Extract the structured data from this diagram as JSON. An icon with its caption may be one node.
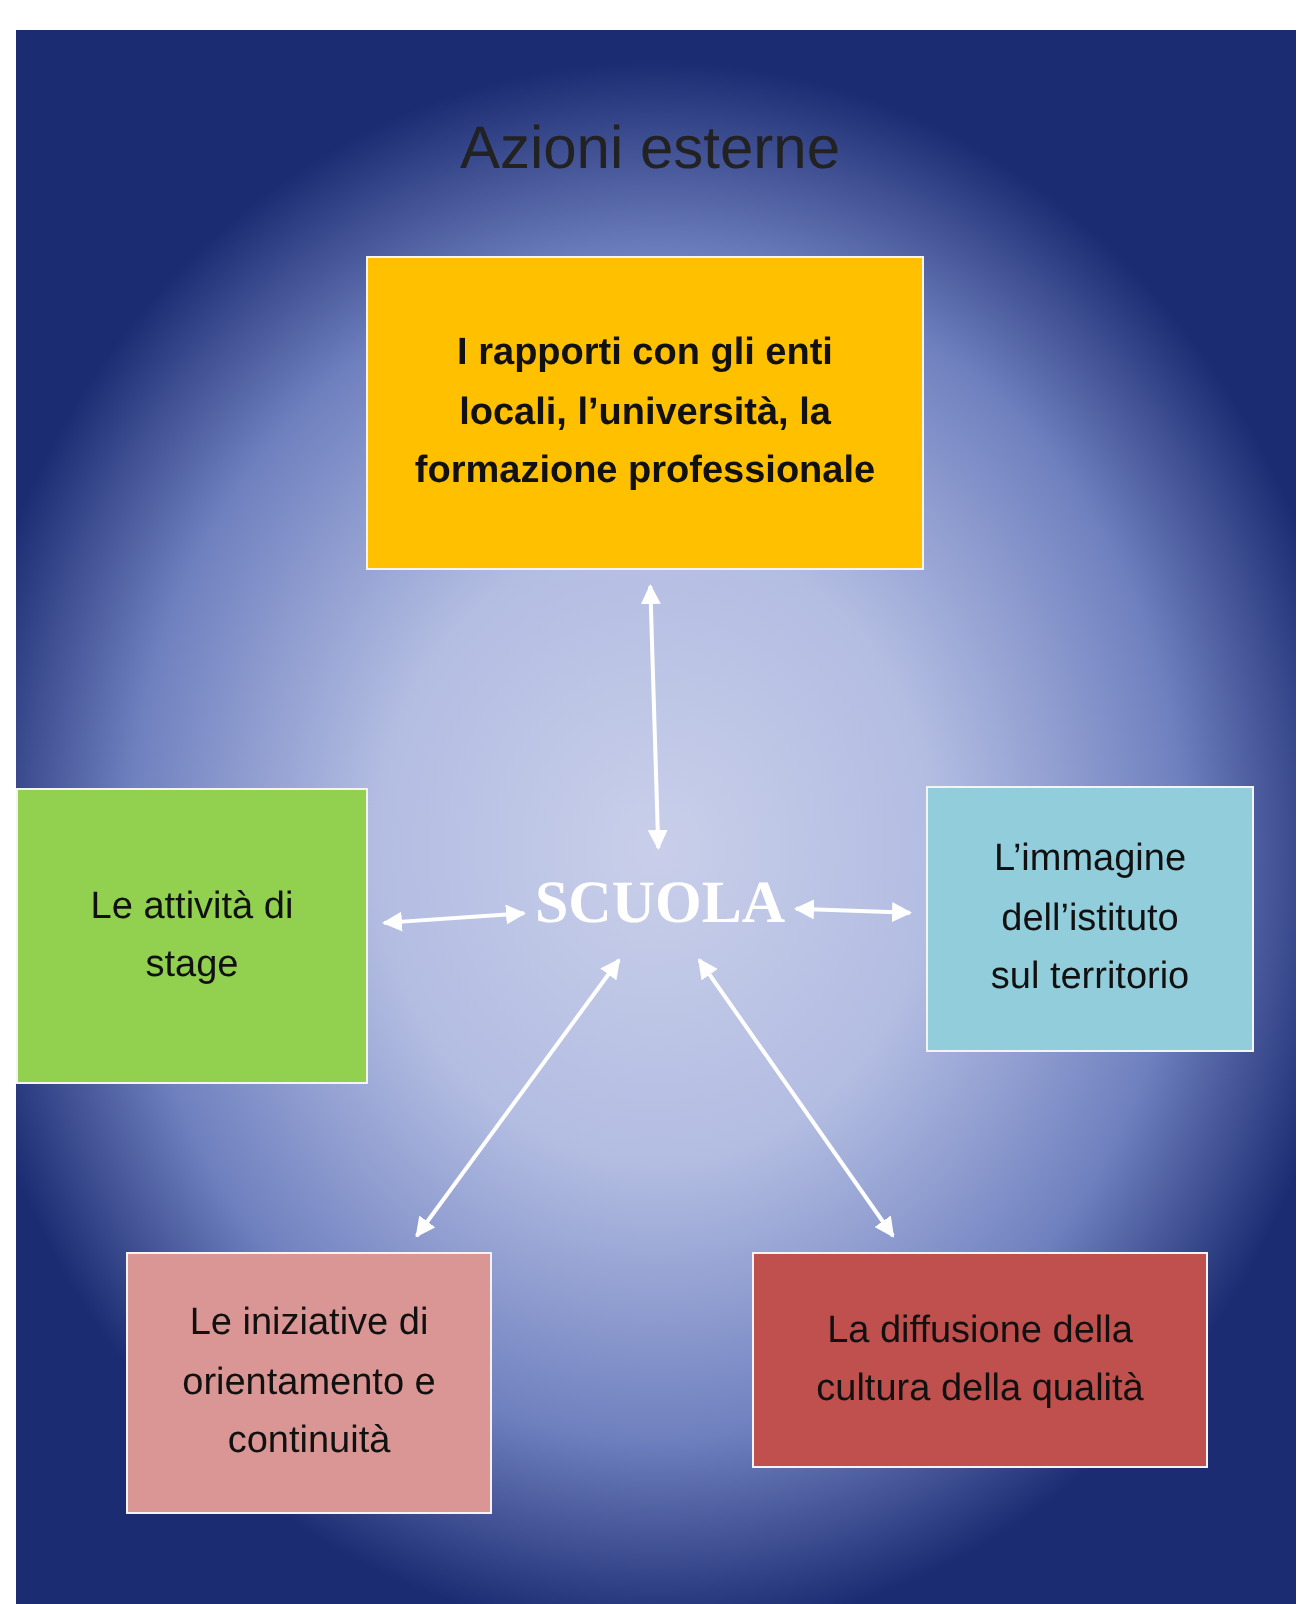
{
  "diagram": {
    "title": "Azioni esterne",
    "nodes": [
      {
        "text": [
          "I rapporti con gli enti locali, l’università, la formazione professionale"
        ]
      },
      {
        "text": [
          "Le attività di stage"
        ]
      },
      {
        "text": [
          "SCUOLA"
        ]
      },
      {
        "text": [
          "L’immagine dell’istituto sul territorio"
        ]
      },
      {
        "text": [
          "Le iniziative di orientamento e continuità"
        ]
      },
      {
        "text": [
          "La diffusione della cultura della qualità"
        ]
      }
    ],
    "edges": [
      {
        "from": 2,
        "to": 0,
        "arrow": "both"
      },
      {
        "from": 2,
        "to": 1,
        "arrow": "both"
      },
      {
        "from": 2,
        "to": 3,
        "arrow": "both"
      },
      {
        "from": 2,
        "to": 4,
        "arrow": "both"
      },
      {
        "from": 2,
        "to": 5,
        "arrow": "both"
      }
    ]
  }
}
